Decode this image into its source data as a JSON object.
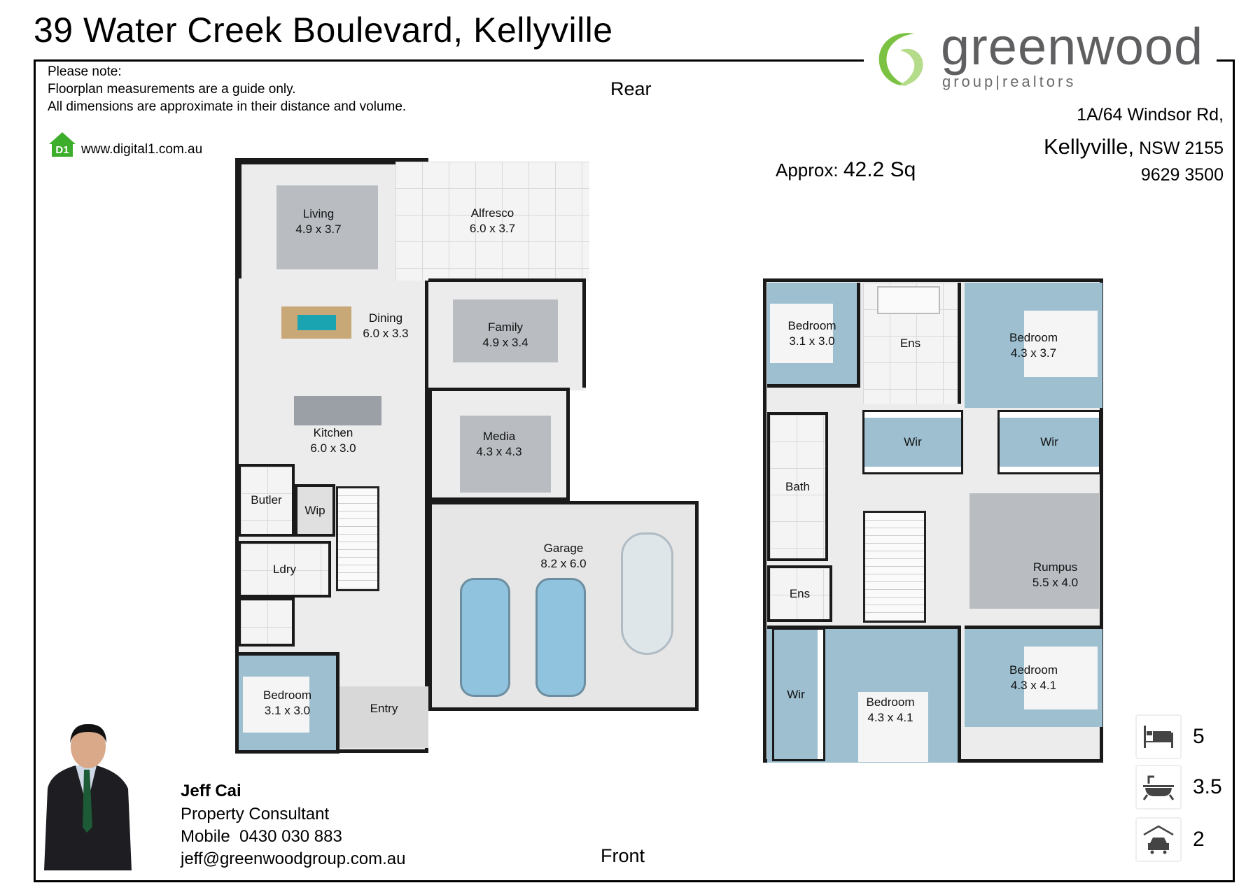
{
  "title": "39 Water Creek Boulevard, Kellyville",
  "notes": [
    "Please note:",
    "Floorplan measurements are a guide only.",
    "All dimensions are approximate in their distance and volume."
  ],
  "photographer": {
    "logo_text": "D1",
    "website": "www.digital1.com.au"
  },
  "orientation": {
    "rear": "Rear",
    "front": "Front"
  },
  "area": {
    "label": "Approx:",
    "value": "42.2 Sq"
  },
  "brand": {
    "name": "greenwood",
    "tagline": "group|realtors",
    "color": "#7cc242"
  },
  "office": {
    "street": "1A/64 Windsor Rd,",
    "suburb": "Kellyville,",
    "state_post": "NSW 2155",
    "phone": "9629 3500"
  },
  "ground_floor": [
    {
      "name": "Living",
      "dims": "4.9 x 3.7"
    },
    {
      "name": "Alfresco",
      "dims": "6.0 x 3.7"
    },
    {
      "name": "Dining",
      "dims": "6.0 x 3.3"
    },
    {
      "name": "Family",
      "dims": "4.9 x 3.4"
    },
    {
      "name": "Kitchen",
      "dims": "6.0 x 3.0"
    },
    {
      "name": "Media",
      "dims": "4.3 x 4.3"
    },
    {
      "name": "Garage",
      "dims": "8.2 x 6.0"
    },
    {
      "name": "Butler",
      "dims": ""
    },
    {
      "name": "Wip",
      "dims": ""
    },
    {
      "name": "Ldry",
      "dims": ""
    },
    {
      "name": "Bedroom",
      "dims": "3.1 x 3.0"
    },
    {
      "name": "Entry",
      "dims": ""
    }
  ],
  "first_floor": [
    {
      "name": "Bedroom",
      "dims": "3.1 x 3.0"
    },
    {
      "name": "Ens",
      "dims": ""
    },
    {
      "name": "Bedroom",
      "dims": "4.3 x 3.7"
    },
    {
      "name": "Wir",
      "dims": ""
    },
    {
      "name": "Wir",
      "dims": ""
    },
    {
      "name": "Bath",
      "dims": ""
    },
    {
      "name": "Rumpus",
      "dims": "5.5 x 4.0"
    },
    {
      "name": "Ens",
      "dims": ""
    },
    {
      "name": "Bedroom",
      "dims": "4.3 x 4.1"
    },
    {
      "name": "Wir",
      "dims": ""
    },
    {
      "name": "Bedroom",
      "dims": "4.3 x 4.1"
    }
  ],
  "features": {
    "bedrooms": "5",
    "bathrooms": "3.5",
    "car_spaces": "2"
  },
  "agent": {
    "name": "Jeff Cai",
    "role": "Property Consultant",
    "mobile": "Mobile  0430 030 883",
    "email": "jeff@greenwoodgroup.com.au"
  }
}
